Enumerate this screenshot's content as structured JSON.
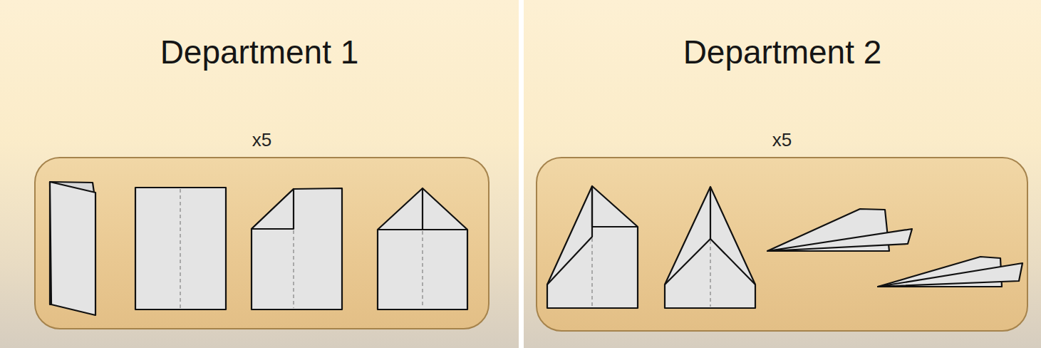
{
  "diagram": {
    "nodes": [
      {
        "text": [
          "Department 1"
        ]
      },
      {
        "text": [
          "x5"
        ],
        "in": 0
      },
      {
        "text": [
          "Department 2"
        ]
      },
      {
        "text": [
          "x5"
        ],
        "in": 2
      }
    ]
  }
}
